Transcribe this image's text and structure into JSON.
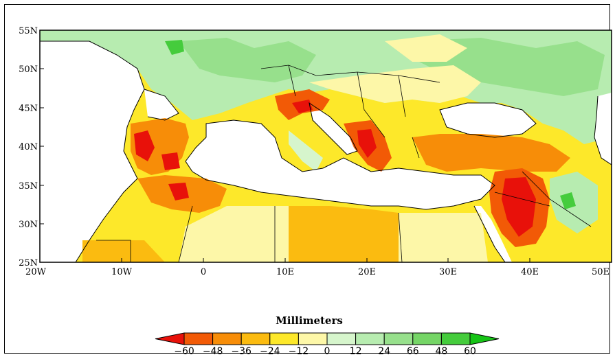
{
  "map": {
    "lat_labels": [
      "55N",
      "50N",
      "45N",
      "40N",
      "35N",
      "30N",
      "25N"
    ],
    "lon_labels": [
      "20W",
      "10W",
      "0",
      "10E",
      "20E",
      "30E",
      "40E",
      "50E"
    ]
  },
  "legend": {
    "title": "Millimeters",
    "tick_labels": [
      "−60",
      "−48",
      "−36",
      "−24",
      "−12",
      "0",
      "12",
      "24",
      "66",
      "48",
      "60"
    ],
    "colors": [
      "#e8110a",
      "#f25a06",
      "#f78d08",
      "#fbbb10",
      "#fde82a",
      "#fdf7a8",
      "#d6f5cc",
      "#b7ecb0",
      "#97e08c",
      "#75d566",
      "#45cc3c",
      "#16c416"
    ]
  }
}
